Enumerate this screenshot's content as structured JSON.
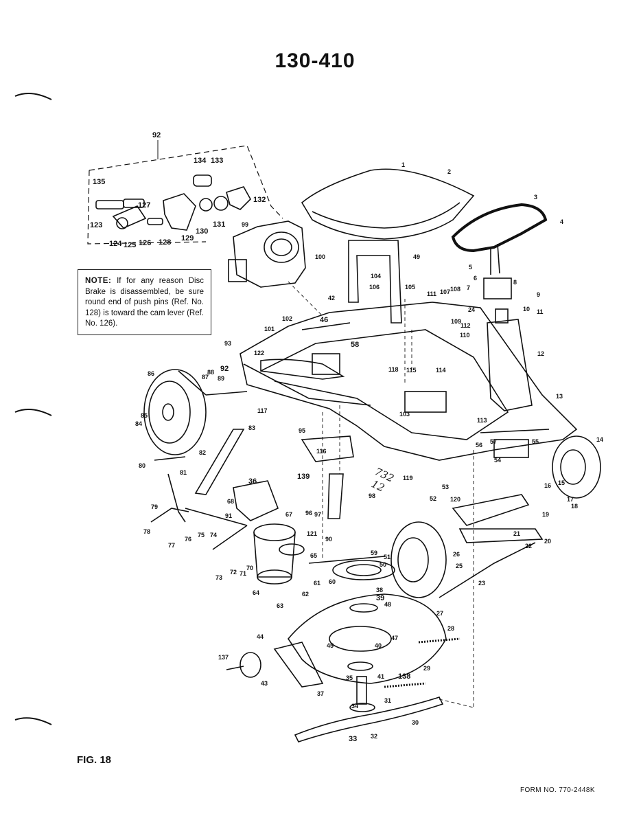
{
  "title": "130-410",
  "note": {
    "label": "NOTE:",
    "text": "If for any reason Disc Brake is disassembled, be sure round end of push pins (Ref. No. 128) is toward the cam lever (Ref. No. 126)."
  },
  "figure_label": "FIG. 18",
  "form_number": "FORM NO. 770-2448K",
  "handwritten": [
    "732",
    "12"
  ],
  "callouts": [
    "1",
    "2",
    "3",
    "4",
    "5",
    "6",
    "7",
    "8",
    "9",
    "10",
    "11",
    "12",
    "13",
    "14",
    "15",
    "16",
    "17",
    "18",
    "19",
    "20",
    "21",
    "22",
    "23",
    "24",
    "25",
    "26",
    "27",
    "28",
    "29",
    "30",
    "31",
    "32",
    "33",
    "34",
    "35",
    "36",
    "37",
    "38",
    "39",
    "40",
    "41",
    "42",
    "43",
    "44",
    "45",
    "46",
    "47",
    "48",
    "49",
    "50",
    "51",
    "52",
    "53",
    "54",
    "55",
    "56",
    "57",
    "58",
    "59",
    "60",
    "61",
    "62",
    "63",
    "64",
    "65",
    "67",
    "68",
    "70",
    "71",
    "72",
    "73",
    "74",
    "75",
    "76",
    "77",
    "78",
    "79",
    "80",
    "81",
    "82",
    "83",
    "84",
    "85",
    "86",
    "87",
    "88",
    "89",
    "90",
    "91",
    "92",
    "93",
    "95",
    "96",
    "97",
    "98",
    "99",
    "100",
    "101",
    "102",
    "103",
    "104",
    "105",
    "106",
    "107",
    "108",
    "109",
    "110",
    "111",
    "112",
    "113",
    "114",
    "115",
    "116",
    "117",
    "118",
    "119",
    "120",
    "121",
    "122",
    "123",
    "124",
    "125",
    "126",
    "127",
    "128",
    "129",
    "130",
    "131",
    "132",
    "133",
    "134",
    "135",
    "137",
    "138",
    "139"
  ]
}
